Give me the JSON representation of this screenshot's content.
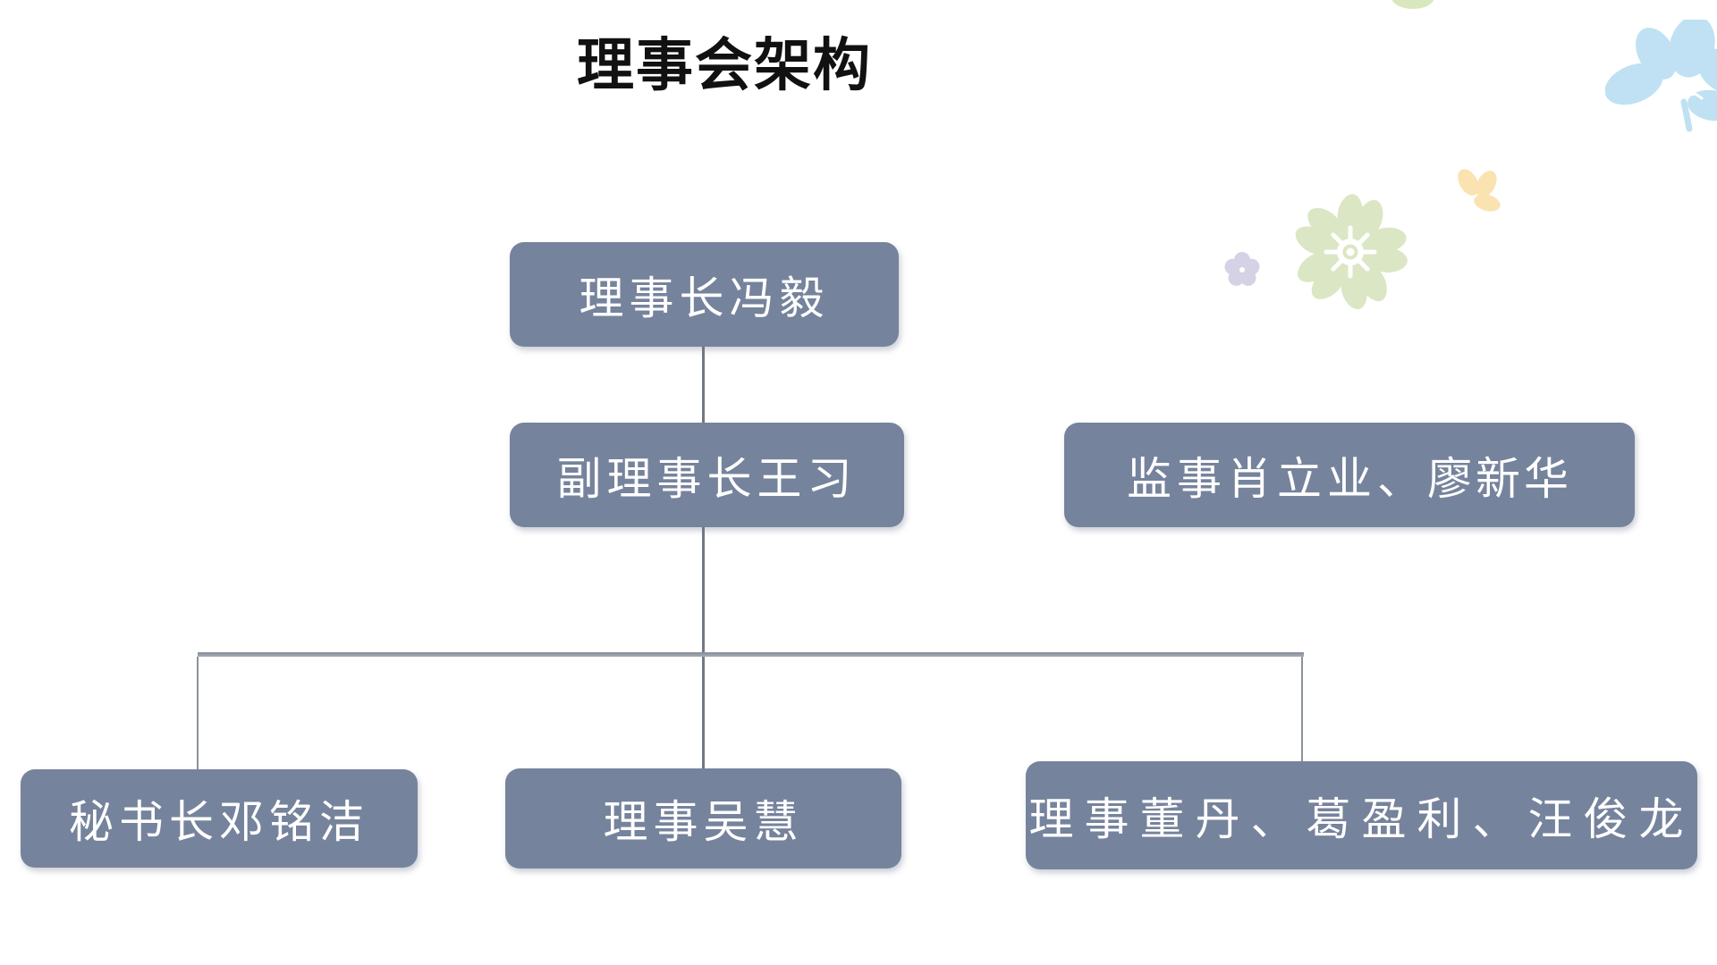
{
  "page": {
    "background_color": "#ffffff",
    "kind": "organization-chart-slide"
  },
  "title": "理事会架构",
  "org_chart": {
    "node_fill_color": "#76839C",
    "node_text_color": "#ffffff",
    "connector_color": "#8d939c",
    "nodes": [
      {
        "id": "chairman",
        "level": 1,
        "label": "理事长冯毅"
      },
      {
        "id": "vice-chairman",
        "level": 2,
        "label": "副理事长王习"
      },
      {
        "id": "supervisors",
        "level": 2,
        "label": "监事肖立业、廖新华",
        "label_serif": "监事肖立业、",
        "label_sans": "廖新华"
      },
      {
        "id": "secretary-general",
        "level": 3,
        "label": "秘书长邓铭洁"
      },
      {
        "id": "director-wu-hui",
        "level": 3,
        "label": "理事吴慧"
      },
      {
        "id": "directors-group",
        "level": 3,
        "label": "理事董丹、葛盈利、汪俊龙"
      }
    ],
    "edges": [
      {
        "from": "chairman",
        "to": "vice-chairman"
      },
      {
        "from": "vice-chairman",
        "to": "secretary-general"
      },
      {
        "from": "vice-chairman",
        "to": "director-wu-hui"
      },
      {
        "from": "vice-chairman",
        "to": "directors-group"
      }
    ]
  },
  "decorations": {
    "flowers": [
      {
        "name": "green-sakura",
        "color": "#dbe7c4"
      },
      {
        "name": "purple-flower",
        "color": "#d5d2e5"
      },
      {
        "name": "blue-flower",
        "color": "#bfe1f3"
      },
      {
        "name": "yellow-flower",
        "color": "#fae3b0"
      },
      {
        "name": "green-sliver",
        "color": "#d8e8bc"
      }
    ]
  }
}
